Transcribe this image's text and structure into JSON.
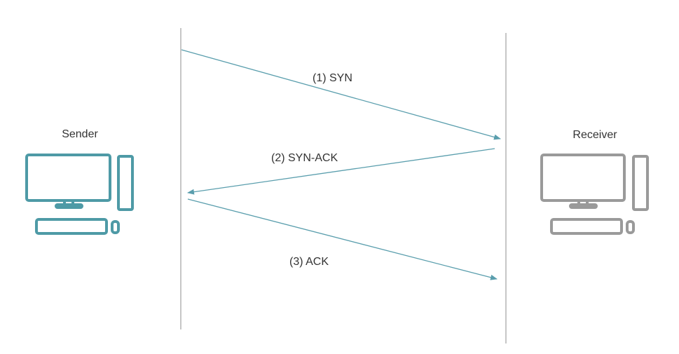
{
  "nodes": {
    "sender": {
      "label": "Sender",
      "color": "#4e9aa6"
    },
    "receiver": {
      "label": "Receiver",
      "color": "#9a9a9a"
    }
  },
  "messages": [
    {
      "label": "(1) SYN",
      "from": "sender",
      "to": "receiver"
    },
    {
      "label": "(2) SYN-ACK",
      "from": "receiver",
      "to": "sender"
    },
    {
      "label": "(3) ACK",
      "from": "sender",
      "to": "receiver"
    }
  ],
  "colors": {
    "arrow": "#5a9ead",
    "lifeline": "#b3b3b3",
    "text": "#333333"
  }
}
